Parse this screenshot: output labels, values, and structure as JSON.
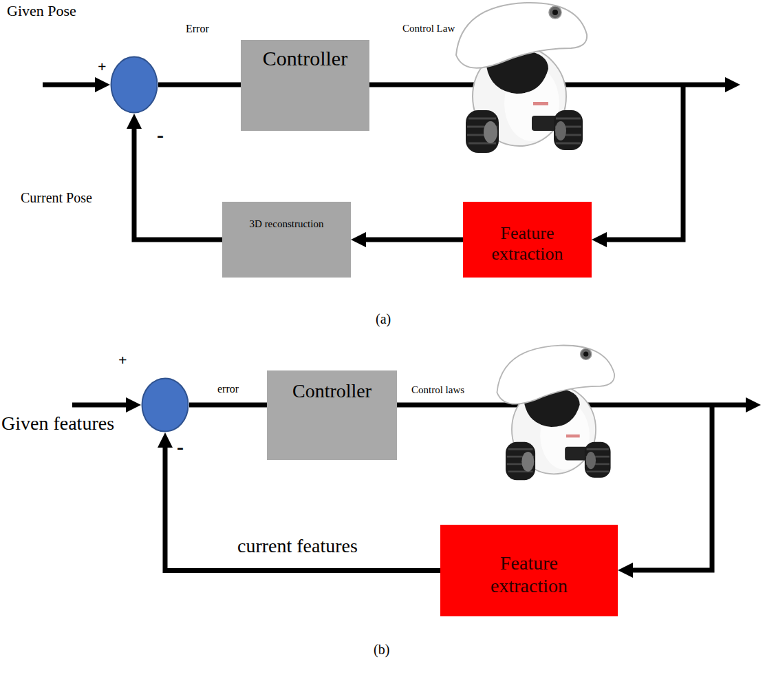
{
  "diagram": {
    "nodes": [
      {
        "text": [
          "+",
          "-"
        ]
      },
      {
        "text": [
          "Controller"
        ]
      },
      {
        "text": [
          "Feature extraction"
        ]
      },
      {
        "text": [
          "3D reconstruction"
        ]
      },
      {
        "text": [
          "+",
          "-"
        ]
      },
      {
        "text": [
          "Controller"
        ]
      },
      {
        "text": [
          "Feature extraction"
        ]
      }
    ],
    "edges": [
      {
        "from": 0,
        "to": 1,
        "label": "Error",
        "arrow": "none"
      },
      {
        "from": 2,
        "to": 3,
        "arrow": "to"
      },
      {
        "from": 3,
        "to": 0,
        "label": "Current Pose",
        "arrow": "to"
      },
      {
        "from": 4,
        "to": 5,
        "label": "error",
        "arrow": "none"
      },
      {
        "from": 6,
        "to": 4,
        "label": "current features",
        "arrow": "to"
      }
    ],
    "labels": [
      "Given Pose",
      "Control Law",
      "(a)",
      "Given features",
      "Control laws",
      "(b)"
    ]
  }
}
